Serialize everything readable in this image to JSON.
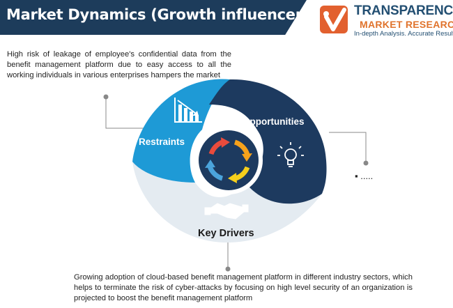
{
  "header": {
    "title": "Market Dynamics (Growth influencer)"
  },
  "logo": {
    "line1": "TRANSPARENCY",
    "line2": "MARKET RESEARCH",
    "tagline": "In-depth Analysis. Accurate Results"
  },
  "segments": {
    "restraints": "Restraints",
    "opportunities": "Opportunities",
    "key_drivers": "Key Drivers"
  },
  "notes": {
    "restraints_text": "High risk of leakage of employee's confidential data from the benefit management platform due to easy access to all the working individuals in various enterprises hampers the market",
    "opportunities_text": "▪ .....",
    "drivers_text": "Growing adoption of cloud-based benefit management platform in different industry sectors, which helps to terminate the risk of cyber-attacks by focusing on high level security of an organization is projected to boost the benefit management platform"
  },
  "icons": {
    "restraints": "declining-chart-icon",
    "opportunities": "lightbulb-icon",
    "key_drivers": "handshake-icon",
    "center": "cycle-arrows-icon"
  },
  "colors": {
    "title_bar": "#1d3c5b",
    "restraints": "#1e9ad6",
    "opportunities": "#1d3a5f",
    "key_drivers": "#e4ebf1",
    "center_ring": "#1d3a5f"
  }
}
